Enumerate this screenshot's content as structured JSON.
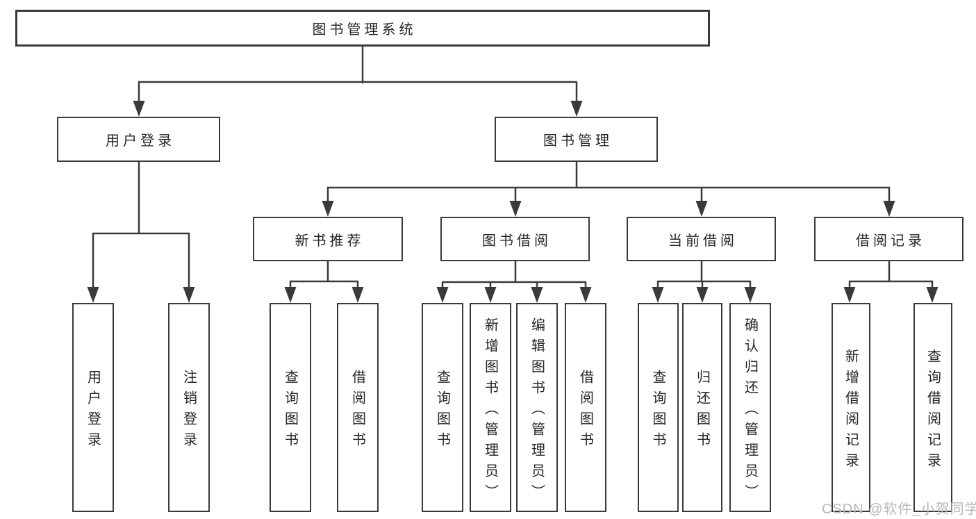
{
  "nodes": {
    "root": {
      "label": "图书管理系统"
    },
    "level2": [
      {
        "id": "user-login",
        "label": "用户登录"
      },
      {
        "id": "book-management",
        "label": "图书管理"
      }
    ],
    "level3": [
      {
        "id": "new-book-recommend",
        "label": "新书推荐"
      },
      {
        "id": "book-borrowing",
        "label": "图书借阅"
      },
      {
        "id": "current-borrowing",
        "label": "当前借阅"
      },
      {
        "id": "borrowing-records",
        "label": "借阅记录"
      }
    ],
    "leaves": [
      {
        "id": "user-login-leaf",
        "label": "用户登录"
      },
      {
        "id": "logout",
        "label": "注销登录"
      },
      {
        "id": "query-books-1",
        "label": "查询图书"
      },
      {
        "id": "borrow-books-1",
        "label": "借阅图书"
      },
      {
        "id": "query-books-2",
        "label": "查询图书"
      },
      {
        "id": "add-books-admin",
        "label": "新增图书（管理员）"
      },
      {
        "id": "edit-books-admin",
        "label": "编辑图书（管理员）"
      },
      {
        "id": "borrow-books-2",
        "label": "借阅图书"
      },
      {
        "id": "query-books-3",
        "label": "查询图书"
      },
      {
        "id": "return-books",
        "label": "归还图书"
      },
      {
        "id": "confirm-return-admin",
        "label": "确认归还（管理员）"
      },
      {
        "id": "add-borrow-record",
        "label": "新增借阅记录"
      },
      {
        "id": "query-borrow-record",
        "label": "查询借阅记录"
      }
    ]
  },
  "watermark": {
    "text": "CSDN @软件_小贺同学"
  },
  "colors": {
    "line": "#3a3a3a",
    "box_border": "#3a3a3a",
    "text": "#262626",
    "watermark": "#b4b8bc",
    "background": "#ffffff"
  }
}
